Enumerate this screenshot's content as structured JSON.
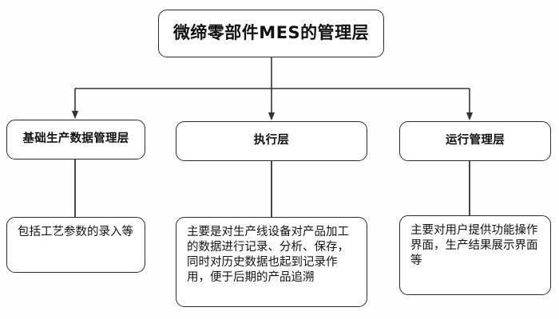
{
  "diagram": {
    "title_node": {
      "id": "root",
      "label": "微缔零部件MES的管理层"
    },
    "tier2_nodes": [
      {
        "id": "basic-data-layer",
        "label": "基础生产数据管理层"
      },
      {
        "id": "execution-layer",
        "label": "执行层"
      },
      {
        "id": "operation-layer",
        "label": "运行管理层"
      }
    ],
    "tier3_nodes": [
      {
        "id": "basic-data-desc",
        "label": "包括工艺参数的录入等"
      },
      {
        "id": "execution-desc",
        "label": "主要是对生产线设备对产品加工的数据进行记录、分析、保存，同时对历史数据也起到记录作用，便于后期的产品追溯"
      },
      {
        "id": "operation-desc",
        "label": "主要对用户提供功能操作界面，生产结果展示界面等"
      }
    ],
    "style": {
      "background_color": "#fdfdfd",
      "node_fill": "#ffffff",
      "node_stroke": "#2b2b2b",
      "connector_color": "#333333",
      "text_color": "#111111"
    }
  }
}
